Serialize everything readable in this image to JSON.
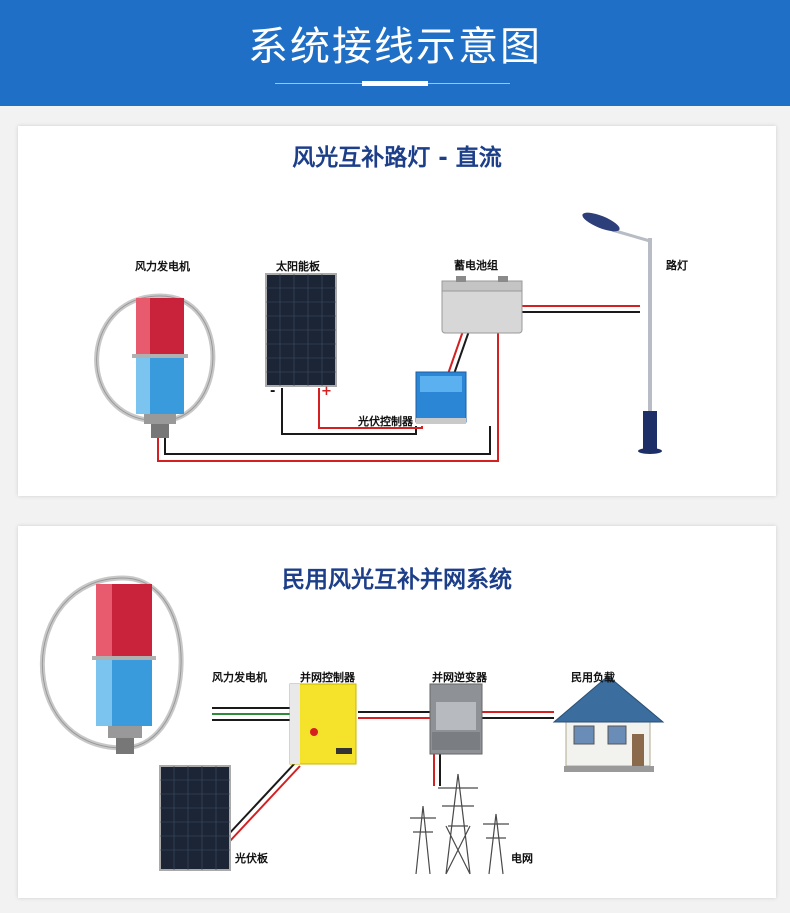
{
  "header": {
    "title": "系统接线示意图"
  },
  "panel1": {
    "title": "风光互补路灯 - 直流",
    "labels": {
      "wind_turbine": "风力发电机",
      "solar_panel": "太阳能板",
      "battery": "蓄电池组",
      "street_lamp": "路灯",
      "controller": "光伏控制器",
      "minus": "-",
      "plus": "+"
    }
  },
  "panel2": {
    "title": "民用风光互补并网系统",
    "labels": {
      "wind_turbine": "风力发电机",
      "grid_controller": "并网控制器",
      "grid_inverter": "并网逆变器",
      "household_load": "民用负载",
      "pv_panel": "光伏板",
      "grid": "电网"
    }
  },
  "colors": {
    "header_bg": "#1f6fc6",
    "title_blue": "#1d3f8a",
    "wire_red": "#d42020",
    "wire_black": "#1a1a1a"
  }
}
